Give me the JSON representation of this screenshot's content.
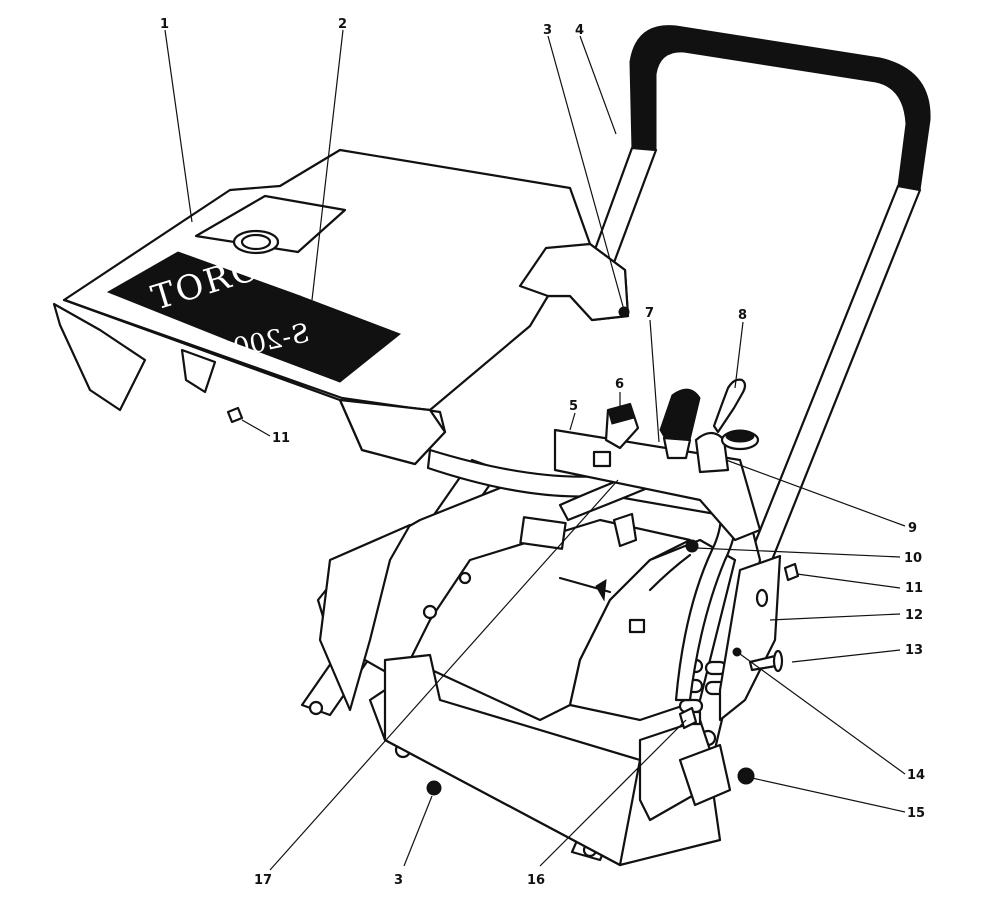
{
  "decal": {
    "brand": "TORO",
    "model": "S-200"
  },
  "callouts": [
    {
      "id": "c1",
      "label": "1"
    },
    {
      "id": "c2",
      "label": "2"
    },
    {
      "id": "c3a",
      "label": "3"
    },
    {
      "id": "c4",
      "label": "4"
    },
    {
      "id": "c5",
      "label": "5"
    },
    {
      "id": "c6",
      "label": "6"
    },
    {
      "id": "c7",
      "label": "7"
    },
    {
      "id": "c8",
      "label": "8"
    },
    {
      "id": "c9",
      "label": "9"
    },
    {
      "id": "c10",
      "label": "10"
    },
    {
      "id": "c11a",
      "label": "11"
    },
    {
      "id": "c11b",
      "label": "11"
    },
    {
      "id": "c12",
      "label": "12"
    },
    {
      "id": "c13",
      "label": "13"
    },
    {
      "id": "c14",
      "label": "14"
    },
    {
      "id": "c15",
      "label": "15"
    },
    {
      "id": "c16",
      "label": "16"
    },
    {
      "id": "c17",
      "label": "17"
    },
    {
      "id": "c3b",
      "label": "3"
    }
  ]
}
